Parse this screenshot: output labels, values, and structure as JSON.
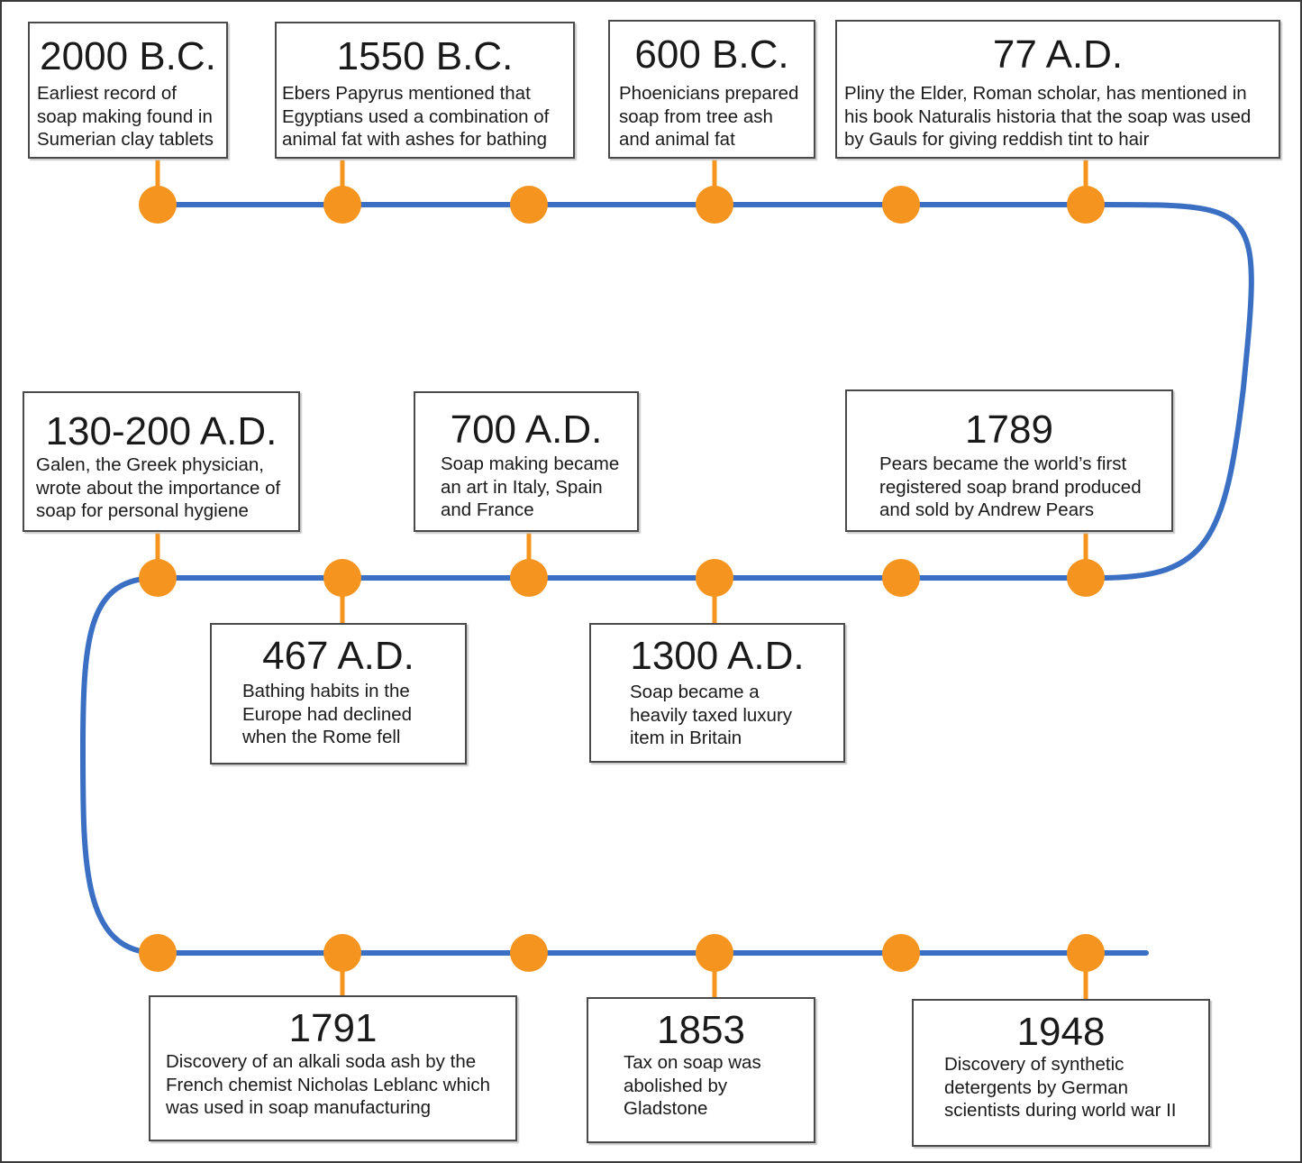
{
  "colors": {
    "line": "#3a6fc4",
    "node": "#f5951f",
    "connector": "#f5951f",
    "box_border": "#4a4a4a"
  },
  "events": [
    {
      "year": "2000 B.C.",
      "text": "Earliest record of\nsoap making found in\nSumerian clay tablets"
    },
    {
      "year": "1550 B.C.",
      "text": "Ebers Papyrus mentioned that\nEgyptians used a combination of\nanimal fat with ashes for bathing"
    },
    {
      "year": "600 B.C.",
      "text": "Phoenicians prepared\nsoap from tree ash\nand animal fat"
    },
    {
      "year": "77 A.D.",
      "text": "Pliny the Elder, Roman scholar, has mentioned in\nhis book Naturalis historia that the soap was used\nby Gauls for giving reddish tint to hair"
    },
    {
      "year": "130-200 A.D.",
      "text": "Galen, the Greek physician,\nwrote about the importance of\nsoap for personal hygiene"
    },
    {
      "year": "700 A.D.",
      "text": "Soap making became\nan art in Italy, Spain\nand France"
    },
    {
      "year": "1789",
      "text": "Pears became the world’s first\nregistered soap brand produced\nand sold by Andrew Pears"
    },
    {
      "year": "467 A.D.",
      "text": "Bathing habits in the\nEurope had declined\nwhen the Rome fell"
    },
    {
      "year": "1300 A.D.",
      "text": "Soap became a\nheavily taxed luxury\nitem in Britain"
    },
    {
      "year": "1791",
      "text": "Discovery of an alkali soda ash by the\nFrench chemist Nicholas Leblanc which\nwas used in soap manufacturing"
    },
    {
      "year": "1853",
      "text": "Tax on soap was\nabolished by\nGladstone"
    },
    {
      "year": "1948",
      "text": "Discovery of synthetic\ndetergents by German\nscientists during world war II"
    }
  ]
}
